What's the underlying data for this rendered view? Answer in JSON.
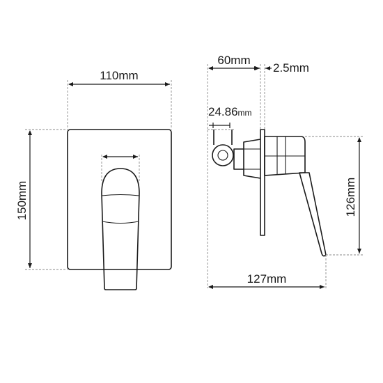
{
  "front_view": {
    "width_label": "110mm",
    "height_label": "150mm"
  },
  "side_view": {
    "depth_label": "60mm",
    "plate_label": "2.5mm",
    "diameter_value": "24.86",
    "diameter_unit": "mm",
    "height_label": "126mm",
    "length_label": "127mm"
  },
  "colors": {
    "line": "#1a1a1a",
    "dash": "#8a8a8a",
    "background": "#ffffff"
  }
}
